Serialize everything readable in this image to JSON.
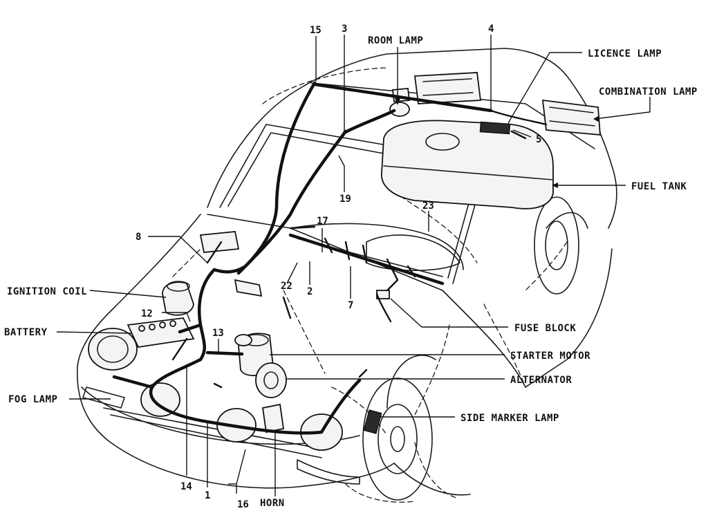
{
  "labels": {
    "room_lamp": "ROOM LAMP",
    "licence_lamp": "LICENCE LAMP",
    "combination_lamp": "COMBINATION LAMP",
    "fuel_tank": "FUEL TANK",
    "ignition_coil": "IGNITION COIL",
    "battery": "BATTERY",
    "fog_lamp": "FOG LAMP",
    "fuse_block": "FUSE BLOCK",
    "starter_motor": "STARTER MOTOR",
    "alternator": "ALTERNATOR",
    "side_marker_lamp": "SIDE MARKER LAMP",
    "horn": "HORN"
  },
  "numbers": {
    "n1": "1",
    "n2": "2",
    "n3": "3",
    "n4": "4",
    "n5": "5",
    "n7": "7",
    "n8": "8",
    "n12": "12",
    "n13": "13",
    "n14": "14",
    "n15": "15",
    "n16": "16",
    "n17": "17",
    "n19": "19",
    "n22": "22",
    "n23": "23"
  }
}
